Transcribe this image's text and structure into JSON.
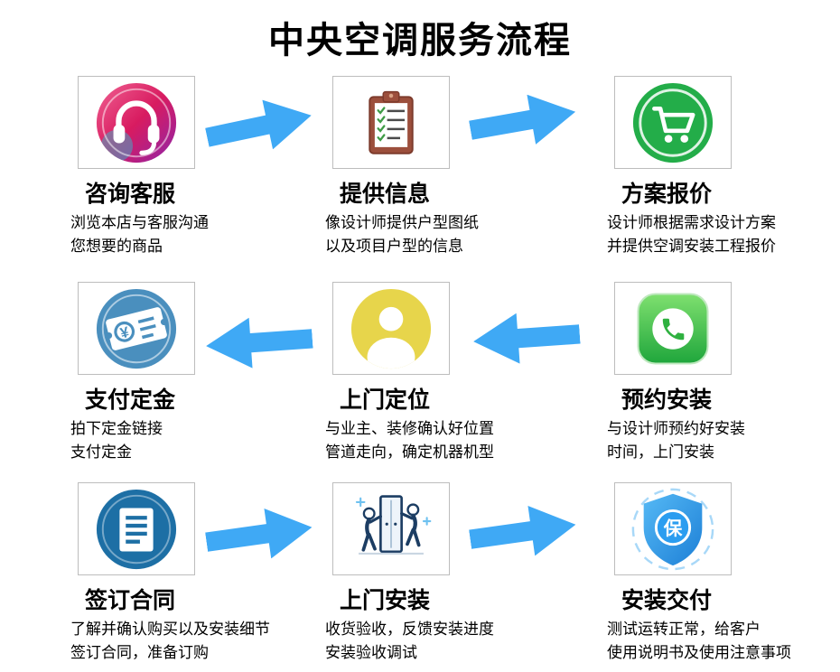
{
  "page_title": "中央空调服务流程",
  "colors": {
    "arrow_blue": "#3fa9f5",
    "headset_pink": "#d81b60",
    "cart_green": "#23ad49",
    "clipboard_brown": "#9c4f3c",
    "whatsapp_green": "#2bb826",
    "person_yellow": "#e7d54b",
    "ticket_blue": "#4a8fbe",
    "document_blue": "#1d6fa5",
    "shield_blue": "#2b9df0"
  },
  "rows": [
    {
      "direction": "right",
      "steps": [
        {
          "icon": "headset-icon",
          "title": "咨询客服",
          "desc": [
            "浏览本店与客服沟通",
            "您想要的商品"
          ]
        },
        {
          "icon": "clipboard-icon",
          "title": "提供信息",
          "desc": [
            "像设计师提供户型图纸",
            "以及项目户型的信息"
          ]
        },
        {
          "icon": "cart-icon",
          "title": "方案报价",
          "desc": [
            "设计师根据需求设计方案",
            "并提供空调安装工程报价"
          ]
        }
      ]
    },
    {
      "direction": "left",
      "steps": [
        {
          "icon": "ticket-icon",
          "title": "支付定金",
          "desc": [
            "拍下定金链接",
            "支付定金"
          ],
          "symbol": "¥"
        },
        {
          "icon": "person-icon",
          "title": "上门定位",
          "desc": [
            "与业主、装修确认好位置",
            "管道走向，确定机器机型"
          ]
        },
        {
          "icon": "whatsapp-icon",
          "title": "预约安装",
          "desc": [
            "与设计师预约好安装",
            "时间，上门安装"
          ]
        }
      ]
    },
    {
      "direction": "right",
      "steps": [
        {
          "icon": "document-icon",
          "title": "签订合同",
          "desc": [
            "了解并确认购买以及安装细节",
            "签订合同，准备订购"
          ]
        },
        {
          "icon": "installers-icon",
          "title": "上门安装",
          "desc": [
            "收货验收，反馈安装进度",
            "安装验收调试"
          ]
        },
        {
          "icon": "shield-icon",
          "title": "安装交付",
          "desc": [
            "测试运转正常，给客户",
            "使用说明书及使用注意事项"
          ],
          "symbol": "保"
        }
      ]
    }
  ]
}
